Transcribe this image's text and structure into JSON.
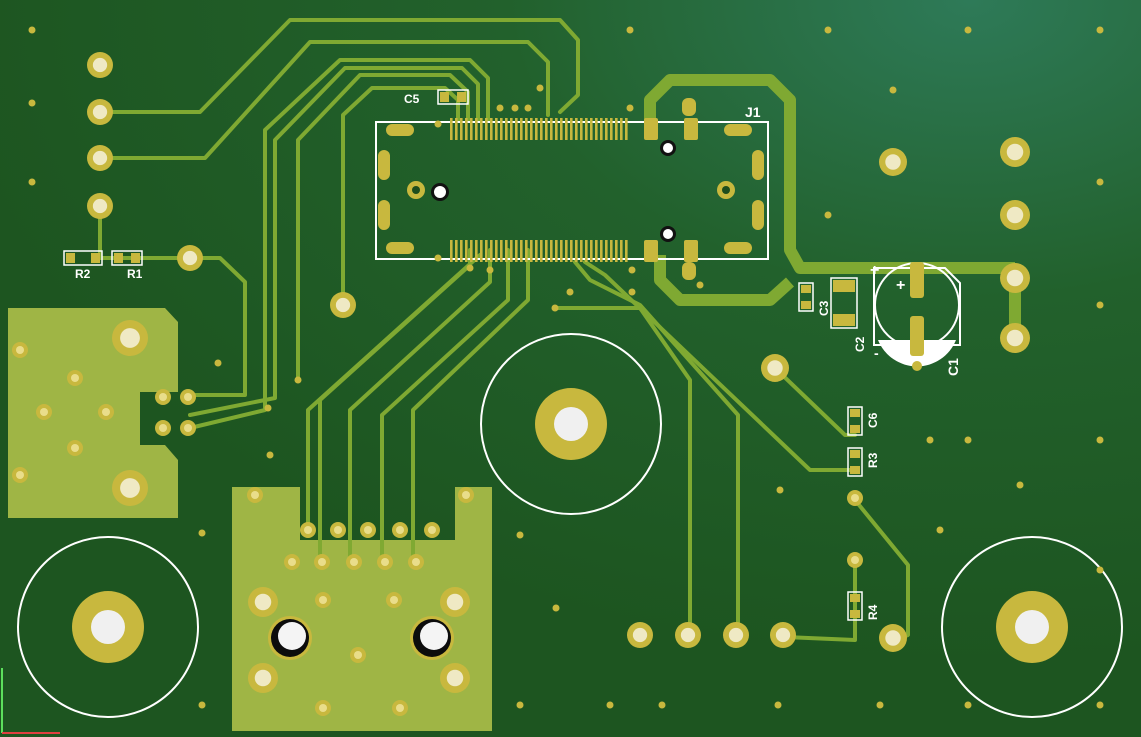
{
  "colors": {
    "board": "#225a22",
    "board_highlight": "#2b7a52",
    "trace": "#7faa2e",
    "pour": "#a3b84a",
    "pad": "#c5b63d",
    "drill": "#f2f2f2",
    "silk": "#ffffff"
  },
  "labels": {
    "r1": "R1",
    "r2": "R2",
    "r3": "R3",
    "r4": "R4",
    "c1": "C1",
    "c2": "C2",
    "c3": "C3",
    "c5": "C5",
    "c6": "C6",
    "j1": "J1",
    "c1_plus_a": "+",
    "c1_plus_b": "+",
    "c1_minus": "-"
  }
}
